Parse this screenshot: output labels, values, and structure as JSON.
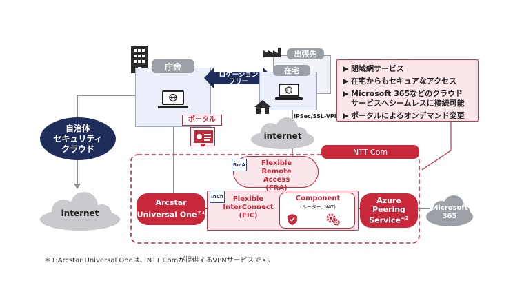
{
  "office": {
    "label": "庁舎"
  },
  "remote": {
    "business_trip": "出張先",
    "home": "在宅",
    "vpn": "IPSec/SSL-VPN"
  },
  "location_free": {
    "line1": "ロケーション",
    "line2": "フリー"
  },
  "portal": {
    "label": "ポータル"
  },
  "municipal_cloud": {
    "line1": "自治体",
    "line2": "セキュリティ",
    "line3": "クラウド"
  },
  "internet_top": "internet",
  "internet_left": "internet",
  "ntt_com": "NTT Com",
  "fra": {
    "badge": "RmA",
    "line1": "Flexible",
    "line2": "Remote Access",
    "line3": "(FRA)"
  },
  "fic": {
    "badge": "InCn",
    "line1": "Flexible",
    "line2": "InterConnect",
    "line3": "(FIC)"
  },
  "component": {
    "title": "Component",
    "subtitle": "(ルーター, NAT)"
  },
  "arcstar": {
    "line1": "Arcstar",
    "line2": "Universal One",
    "sup": "＊1"
  },
  "azure": {
    "line1": "Azure",
    "line2": "Peering",
    "line3": "Service",
    "sup": "＊2"
  },
  "microsoft": {
    "line1": "Microsoft",
    "line2": "365"
  },
  "benefits": [
    "閉域網サービス",
    "在宅からもセキュアなアクセス",
    "Microsoft 365などのクラウド",
    "サービスへシームレスに接続可能",
    "ポータルによるオンデマンド変更"
  ],
  "footnote": "＊1:Arcstar Universal Oneは、NTT Comが提供するVPNサービスです。"
}
